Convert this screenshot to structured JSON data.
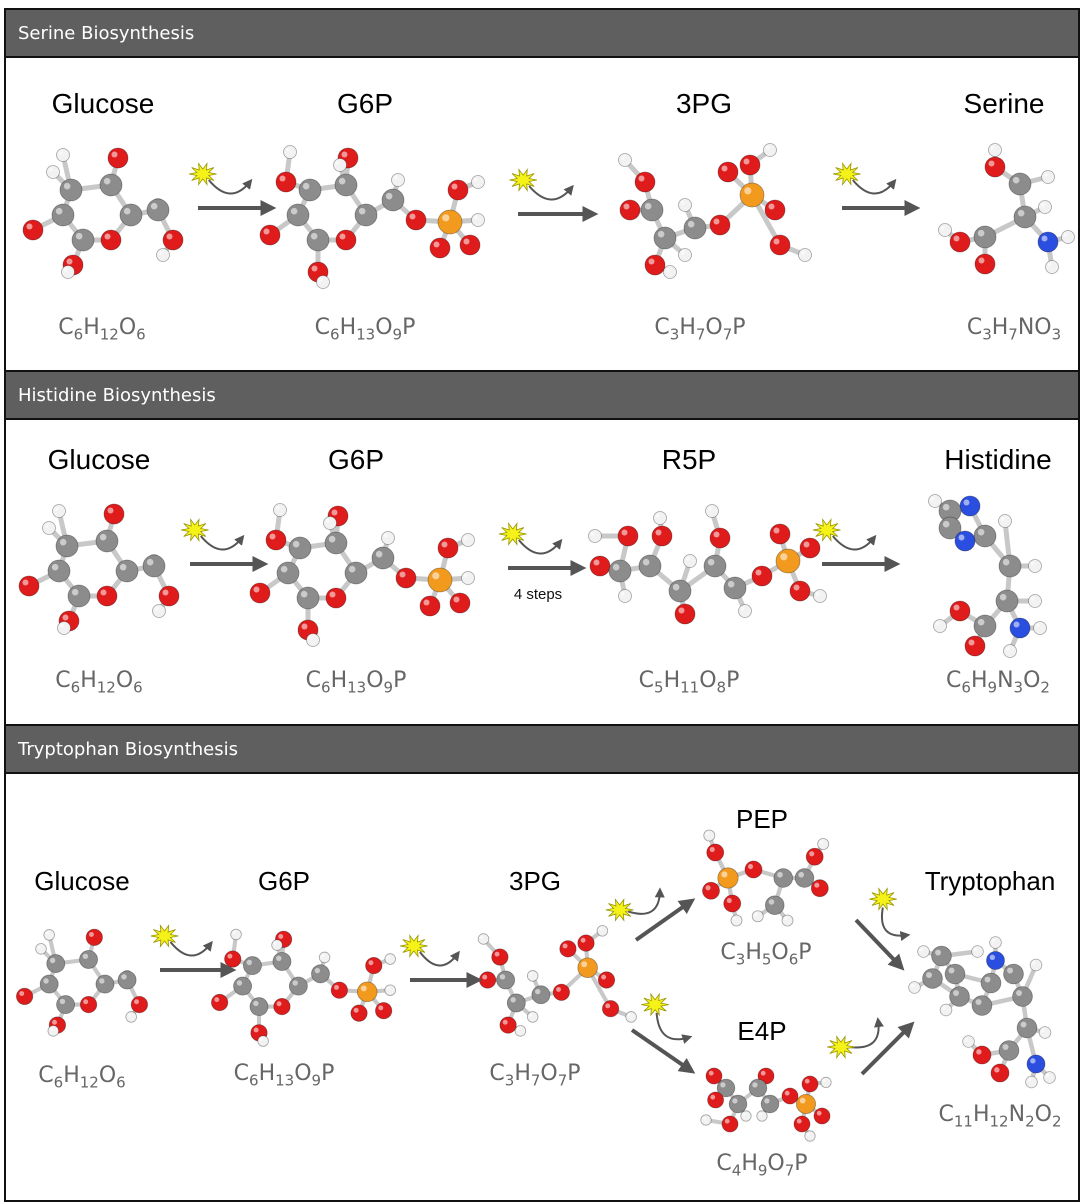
{
  "colors": {
    "header_bg": "#5f5f5f",
    "arrow": "#555555",
    "enzyme_star": "#f5f21a",
    "carbon": "#8c8c8c",
    "oxygen": "#e01b1b",
    "hydrogen": "#f2f2f2",
    "phosphorus": "#f29a1e",
    "nitrogen": "#2a4fe0"
  },
  "panels": [
    {
      "title": "Serine Biosynthesis",
      "molecules": [
        {
          "name": "Glucose",
          "formula": "C6H12O6",
          "icon": "glucose-ball-stick-model"
        },
        {
          "name": "G6P",
          "formula": "C6H13O9P",
          "icon": "g6p-ball-stick-model"
        },
        {
          "name": "3PG",
          "formula": "C3H7O7P",
          "icon": "3pg-ball-stick-model"
        },
        {
          "name": "Serine",
          "formula": "C3H7NO3",
          "icon": "serine-ball-stick-model"
        }
      ]
    },
    {
      "title": "Histidine Biosynthesis",
      "molecules": [
        {
          "name": "Glucose",
          "formula": "C6H12O6",
          "icon": "glucose-ball-stick-model"
        },
        {
          "name": "G6P",
          "formula": "C6H13O9P",
          "icon": "g6p-ball-stick-model"
        },
        {
          "name": "R5P",
          "formula": "C5H11O8P",
          "icon": "r5p-ball-stick-model"
        },
        {
          "name": "Histidine",
          "formula": "C6H9N3O2",
          "icon": "histidine-ball-stick-model"
        }
      ],
      "step_note": "4 steps"
    },
    {
      "title": "Tryptophan Biosynthesis",
      "molecules": [
        {
          "name": "Glucose",
          "formula": "C6H12O6",
          "icon": "glucose-ball-stick-model"
        },
        {
          "name": "G6P",
          "formula": "C6H13O9P",
          "icon": "g6p-ball-stick-model"
        },
        {
          "name": "3PG",
          "formula": "C3H7O7P",
          "icon": "3pg-ball-stick-model"
        },
        {
          "name": "PEP",
          "formula": "C3H5O6P",
          "icon": "pep-ball-stick-model"
        },
        {
          "name": "E4P",
          "formula": "C4H9O7P",
          "icon": "e4p-ball-stick-model"
        },
        {
          "name": "Tryptophan",
          "formula": "C11H12N2O2",
          "icon": "tryptophan-ball-stick-model"
        }
      ]
    }
  ]
}
